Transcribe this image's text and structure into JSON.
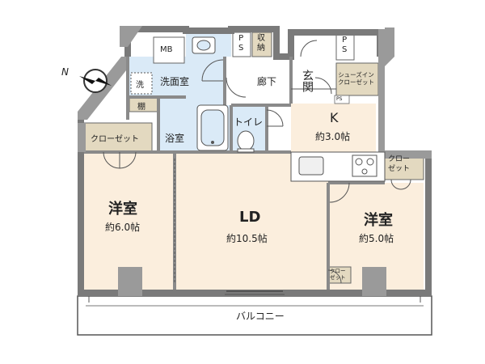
{
  "rooms": {
    "western_left": {
      "name": "洋室",
      "size": "約6.0帖"
    },
    "western_right": {
      "name": "洋室",
      "size": "約5.0帖"
    },
    "living_dining": {
      "name": "LD",
      "size": "約10.5帖"
    },
    "kitchen": {
      "name": "K",
      "size": "約3.0帖"
    },
    "washroom": "洗面室",
    "bathroom": "浴室",
    "toilet": "トイレ",
    "hallway": "廊下",
    "entrance": "玄関",
    "balcony": "バルコニー"
  },
  "storage": {
    "closet_left": "クローゼット",
    "closet_right": "クロー\nゼット",
    "closet_small": "クロー\nゼット",
    "shoe_closet": "シューズイン\nクローゼット",
    "shelf": "棚",
    "storage_box": "収\n納",
    "washer": "洗"
  },
  "utilities": {
    "mb": "MB",
    "ps_1": "P\nS",
    "ps_2": "P\nS",
    "ps_3": "PS"
  },
  "compass": {
    "label": "N"
  },
  "colors": {
    "wood_floor": "#fbeedd",
    "wet_area": "#daeaf7",
    "storage": "#e3d9c0",
    "white_floor": "#ffffff",
    "wall": "#8a8a8a",
    "pillar": "#9a9a9a"
  }
}
